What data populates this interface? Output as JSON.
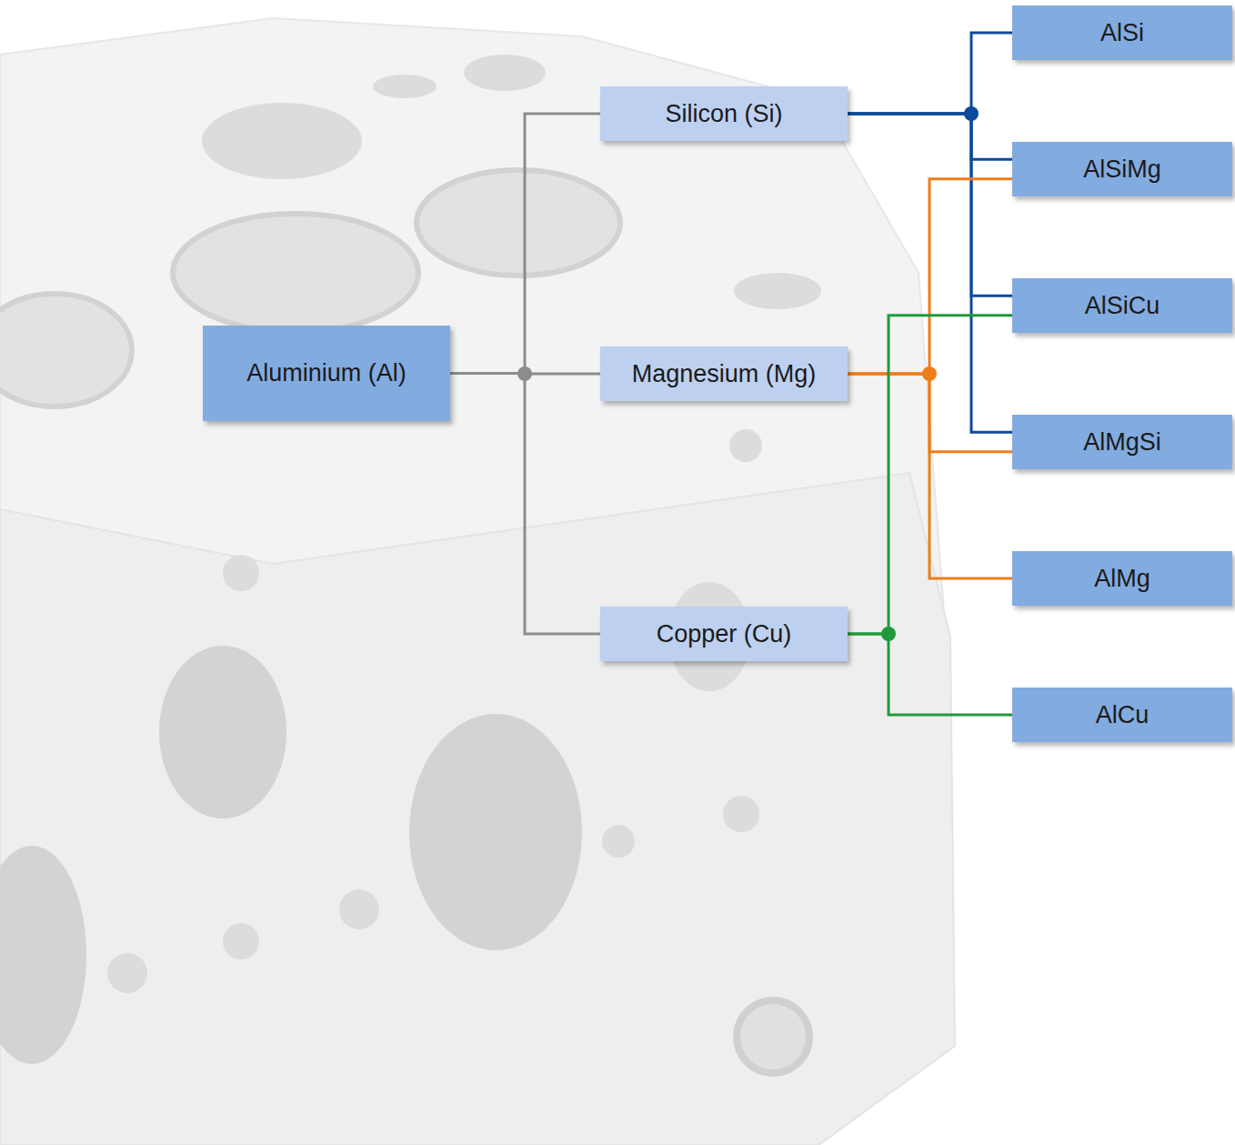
{
  "diagram": {
    "nodes": [
      {
        "text": [
          "Aluminium (Al)"
        ]
      },
      {
        "text": [
          "Silicon (Si)"
        ]
      },
      {
        "text": [
          "Magnesium (Mg)"
        ]
      },
      {
        "text": [
          "Copper (Cu)"
        ]
      },
      {
        "text": [
          "AlSi"
        ]
      },
      {
        "text": [
          "AlSiMg"
        ]
      },
      {
        "text": [
          "AlSiCu"
        ]
      },
      {
        "text": [
          "AlMgSi"
        ]
      },
      {
        "text": [
          "AlMg"
        ]
      },
      {
        "text": [
          "AlCu"
        ]
      }
    ],
    "edges": [
      {
        "from": 0,
        "to": 1,
        "arrow": "none"
      },
      {
        "from": 0,
        "to": 2,
        "arrow": "none"
      },
      {
        "from": 0,
        "to": 3,
        "arrow": "none"
      },
      {
        "from": 1,
        "to": 4,
        "arrow": "none"
      },
      {
        "from": 1,
        "to": 5,
        "arrow": "none"
      },
      {
        "from": 1,
        "to": 6,
        "arrow": "none"
      },
      {
        "from": 1,
        "to": 7,
        "arrow": "none"
      },
      {
        "from": 2,
        "to": 5,
        "arrow": "none"
      },
      {
        "from": 2,
        "to": 7,
        "arrow": "none"
      },
      {
        "from": 2,
        "to": 8,
        "arrow": "none"
      },
      {
        "from": 3,
        "to": 6,
        "arrow": "none"
      },
      {
        "from": 3,
        "to": 9,
        "arrow": "none"
      }
    ]
  }
}
